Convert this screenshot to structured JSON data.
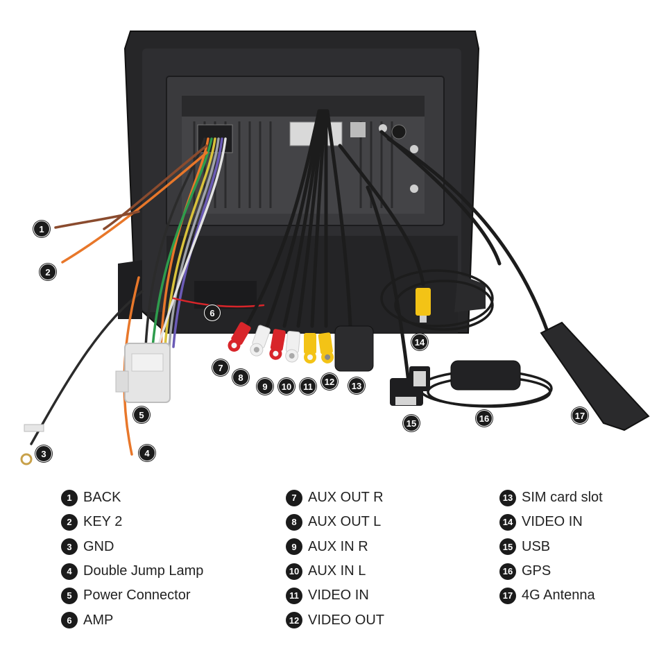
{
  "callouts": [
    "1",
    "2",
    "3",
    "4",
    "5",
    "6",
    "7",
    "8",
    "9",
    "10",
    "11",
    "12",
    "13",
    "14",
    "15",
    "16",
    "17"
  ],
  "legend": {
    "col1": [
      {
        "num": "1",
        "label": "BACK"
      },
      {
        "num": "2",
        "label": "KEY 2"
      },
      {
        "num": "3",
        "label": "GND"
      },
      {
        "num": "4",
        "label": "Double Jump Lamp"
      },
      {
        "num": "5",
        "label": "Power Connector"
      },
      {
        "num": "6",
        "label": "AMP"
      }
    ],
    "col2": [
      {
        "num": "7",
        "label": "AUX OUT R"
      },
      {
        "num": "8",
        "label": "AUX OUT L"
      },
      {
        "num": "9",
        "label": "AUX IN R"
      },
      {
        "num": "10",
        "label": "AUX IN L"
      },
      {
        "num": "11",
        "label": "VIDEO IN"
      },
      {
        "num": "12",
        "label": "VIDEO OUT"
      }
    ],
    "col3": [
      {
        "num": "13",
        "label": "SIM card slot"
      },
      {
        "num": "14",
        "label": "VIDEO IN"
      },
      {
        "num": "15",
        "label": "USB"
      },
      {
        "num": "16",
        "label": "GPS"
      },
      {
        "num": "17",
        "label": "4G Antenna"
      }
    ]
  },
  "colors": {
    "chassis": "#2a2a2c",
    "rca_red": "#d8252a",
    "rca_white": "#f0f0f0",
    "rca_yellow": "#f3c316",
    "wire_orange": "#e8772a",
    "wire_brown": "#8a4b2e"
  }
}
